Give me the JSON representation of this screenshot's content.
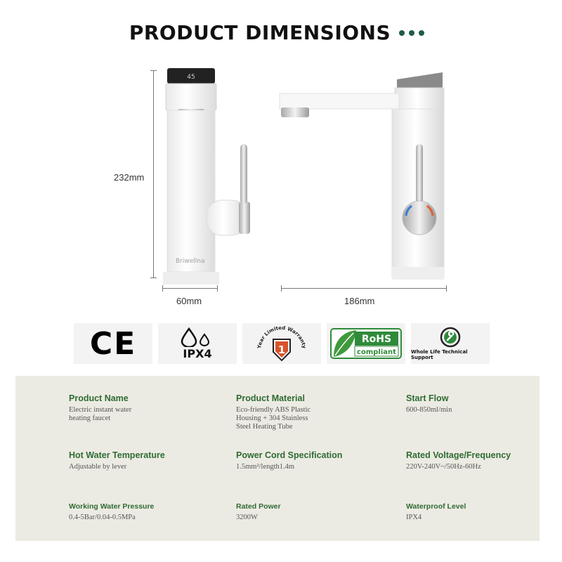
{
  "header": {
    "title": "PRODUCT DIMENSIONS"
  },
  "colors": {
    "accent": "#1f5b49",
    "label_green": "#2f6b33",
    "panel_bg": "#ecebe3"
  },
  "dimensions": {
    "height": "232mm",
    "width_side": "60mm",
    "width_front": "186mm"
  },
  "brand": {
    "name": "Briwellna",
    "display_text": "45"
  },
  "certifications": {
    "ce": {
      "label": "CE"
    },
    "ipx": {
      "label": "IPX4"
    },
    "warranty": {
      "arc_text": "Year Limited Warranty",
      "number": "1"
    },
    "rohs": {
      "label": "RoHS",
      "sub": "compliant"
    },
    "support": {
      "label": "Whole Life Technical Support"
    }
  },
  "specs": [
    {
      "label": "Product Name",
      "value": "Electric instant water\nheating faucet"
    },
    {
      "label": "Product Material",
      "value": "Eco-friendly ABS Plastic\nHousing + 304 Stainless\nSteel Heating Tube"
    },
    {
      "label": "Start Flow",
      "value": "600-850ml/min"
    },
    {
      "label": "Hot Water Temperature",
      "value": "Adjustable by lever"
    },
    {
      "label": "Power Cord Specification",
      "value": "1.5mm²/length1.4m"
    },
    {
      "label": "Rated Voltage/Frequency",
      "value": "220V-240V~/50Hz-60Hz"
    },
    {
      "label": "Working Water Pressure",
      "value": "0.4-5Bar/0.04-0.5MPa"
    },
    {
      "label": "Rated Power",
      "value": "3200W"
    },
    {
      "label": "Waterproof Level",
      "value": "IPX4"
    }
  ]
}
